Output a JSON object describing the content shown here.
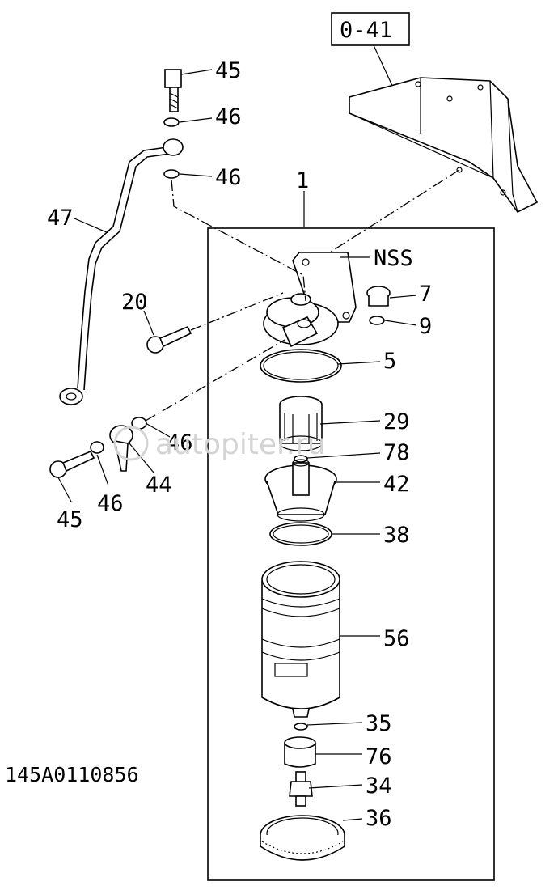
{
  "reference_box": "0-41",
  "figure_code": "145A0110856",
  "watermark": "autopiter.ru",
  "callouts": {
    "c1": "1",
    "c5": "5",
    "c7": "7",
    "c9": "9",
    "c20": "20",
    "c29": "29",
    "c34": "34",
    "c35": "35",
    "c36": "36",
    "c38": "38",
    "c42": "42",
    "c44": "44",
    "c45_top": "45",
    "c45_bottom": "45",
    "c46_a": "46",
    "c46_b": "46",
    "c46_c": "46",
    "c46_d": "46",
    "c47": "47",
    "c56": "56",
    "c76": "76",
    "c78": "78",
    "cNSS": "NSS"
  }
}
